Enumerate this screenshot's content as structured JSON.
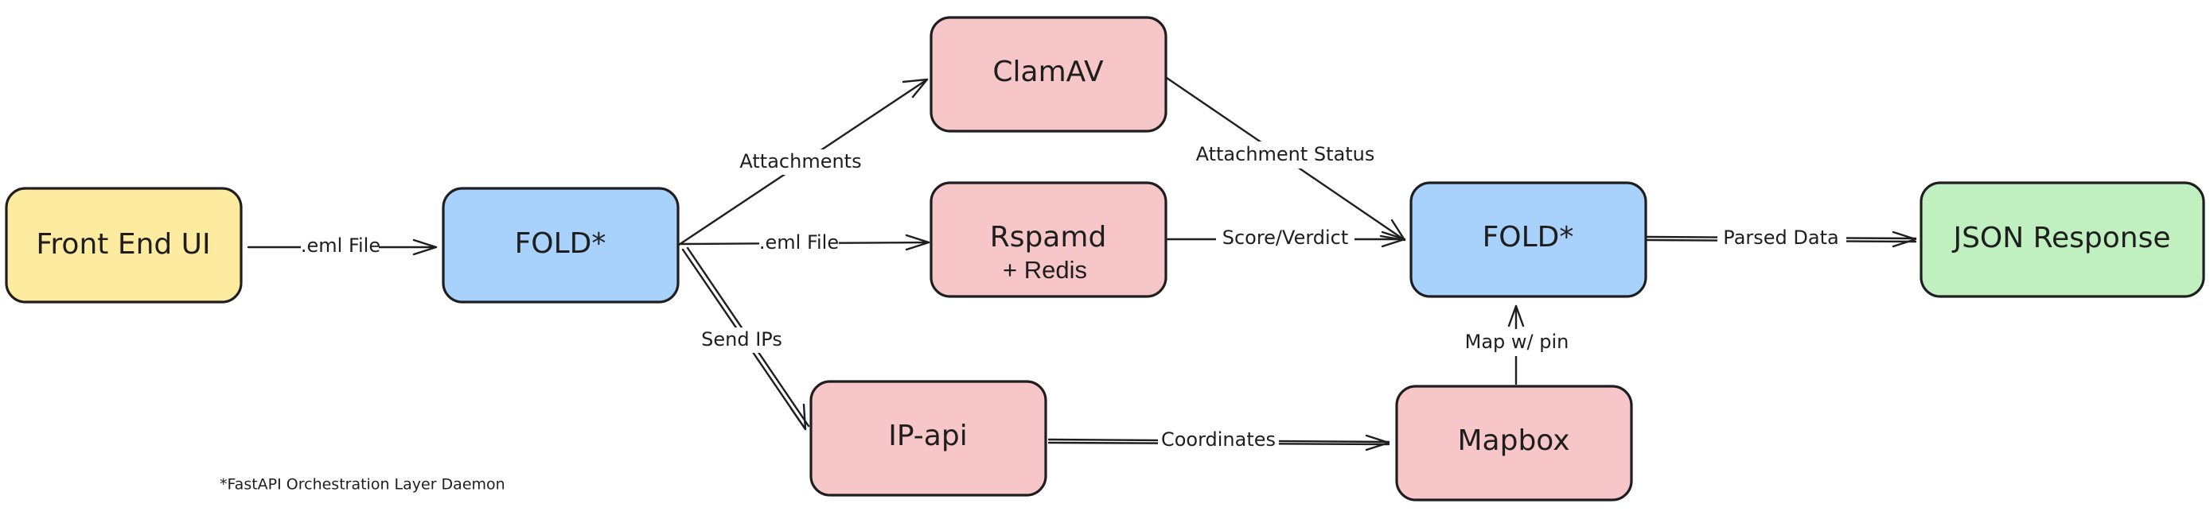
{
  "colors": {
    "yellow": "#fdeba0",
    "blue": "#a8d1fb",
    "red": "#f7c6c8",
    "green": "#c1f0c0",
    "stroke": "#1e1e1e"
  },
  "nodes": {
    "frontend": {
      "title": "Front End UI",
      "color": "yellow"
    },
    "fold_in": {
      "title": "FOLD*",
      "color": "blue"
    },
    "clamav": {
      "title": "ClamAV",
      "color": "red"
    },
    "rspamd": {
      "title": "Rspamd",
      "subtitle": "+ Redis",
      "color": "red"
    },
    "ipapi": {
      "title": "IP-api",
      "color": "red"
    },
    "fold_out": {
      "title": "FOLD*",
      "color": "blue"
    },
    "mapbox": {
      "title": "Mapbox",
      "color": "red"
    },
    "json": {
      "title": "JSON Response",
      "color": "green"
    }
  },
  "edges": {
    "frontend_fold": {
      "label": ".eml File"
    },
    "fold_clamav": {
      "label": "Attachments"
    },
    "fold_rspamd": {
      "label": ".eml File"
    },
    "fold_ipapi": {
      "label": "Send IPs"
    },
    "clamav_foldout": {
      "label": "Attachment Status"
    },
    "rspamd_foldout": {
      "label": "Score/Verdict"
    },
    "ipapi_mapbox": {
      "label": "Coordinates"
    },
    "mapbox_foldout": {
      "label": "Map w/ pin"
    },
    "foldout_json": {
      "label": "Parsed Data"
    }
  },
  "footnote": "*FastAPI Orchestration Layer Daemon"
}
